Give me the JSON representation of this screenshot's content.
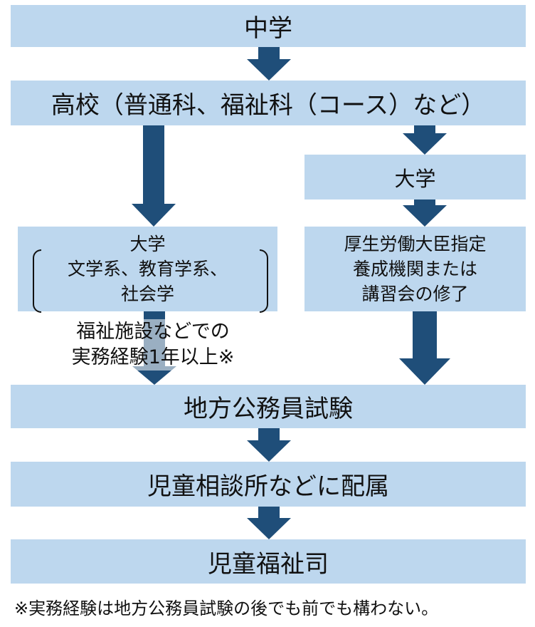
{
  "diagram": {
    "title": "児童福祉司になるまでの流れ",
    "colors": {
      "box_fill": "#bdd7ee",
      "arrow": "#1f4e79",
      "text": "#111111"
    },
    "nodes": {
      "junior_high": "中学",
      "high_school": "高校（普通科、福祉科（コース）など）",
      "university_right": "大学",
      "university_left": {
        "title": "大学",
        "line1": "文学系、教育学系、",
        "line2": "社会学"
      },
      "designated_training": {
        "line1": "厚生労働大臣指定",
        "line2": "養成機関または",
        "line3": "講習会の修了"
      },
      "work_experience": {
        "line1": "福祉施設などでの",
        "line2": "実務経験1年以上※"
      },
      "civil_service_exam": "地方公務員試験",
      "assignment": "児童相談所などに配属",
      "child_welfare_officer": "児童福祉司"
    },
    "edges": [
      {
        "from": "junior_high",
        "to": "high_school"
      },
      {
        "from": "high_school",
        "to": "university_left"
      },
      {
        "from": "high_school",
        "to": "university_right"
      },
      {
        "from": "university_right",
        "to": "designated_training"
      },
      {
        "from": "university_left",
        "to": "civil_service_exam",
        "via": "work_experience"
      },
      {
        "from": "designated_training",
        "to": "civil_service_exam"
      },
      {
        "from": "civil_service_exam",
        "to": "assignment"
      },
      {
        "from": "assignment",
        "to": "child_welfare_officer"
      }
    ],
    "footnote": "※実務経験は地方公務員試験の後でも前でも構わない。"
  }
}
